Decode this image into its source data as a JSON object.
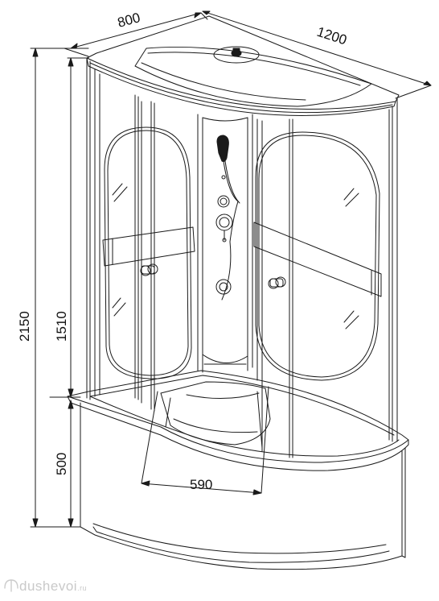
{
  "diagram": {
    "dimensions": {
      "depth": "800",
      "width": "1200",
      "total_height": "2150",
      "door_height": "1510",
      "tray_height": "500",
      "opening_width": "590"
    },
    "watermark": {
      "text": "dushevoi",
      "suffix": ".ru"
    }
  }
}
